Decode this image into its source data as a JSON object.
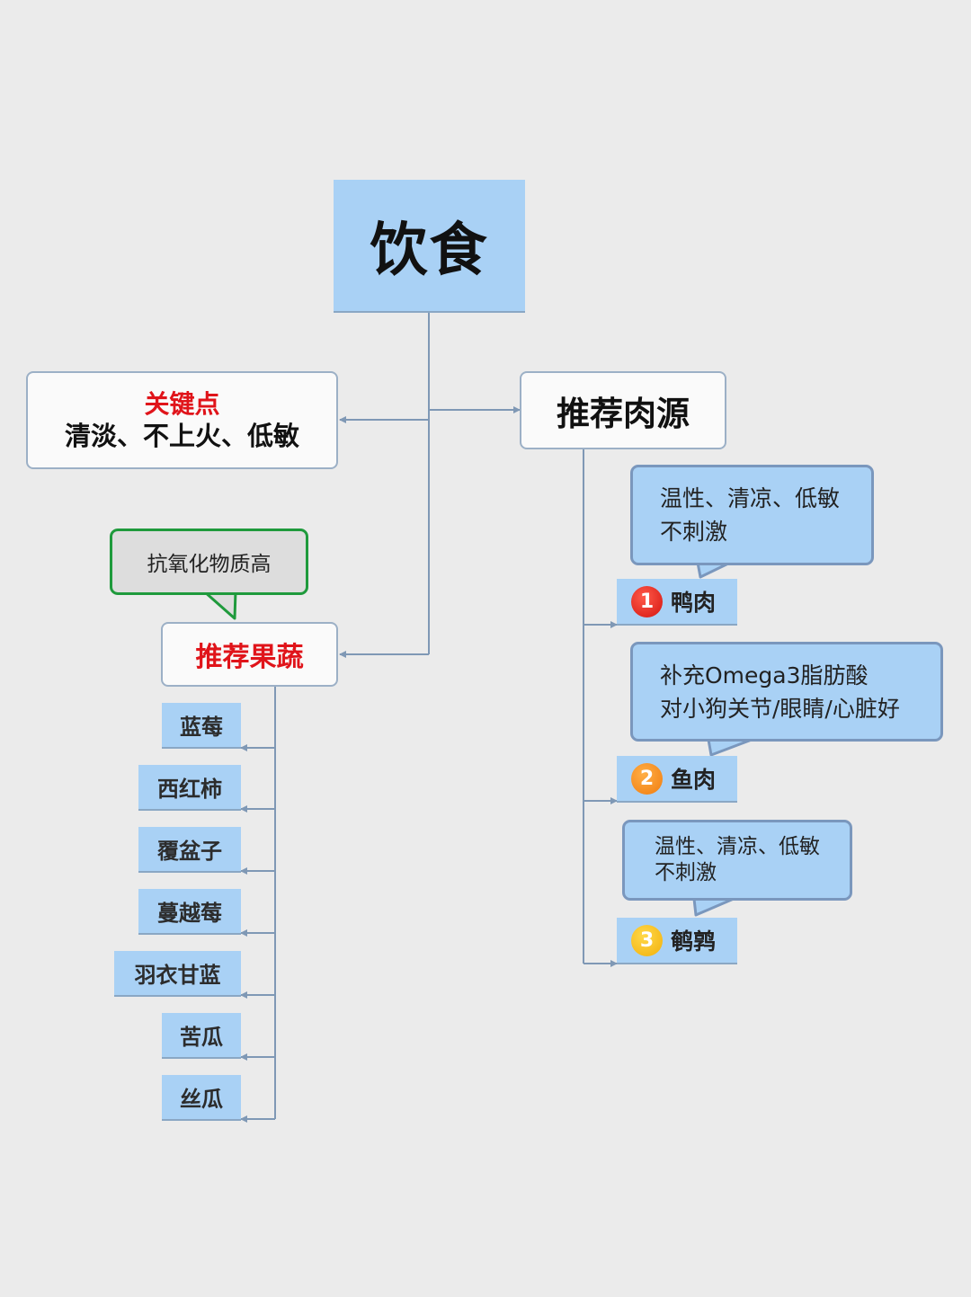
{
  "root": {
    "label": "饮食"
  },
  "key_points": {
    "title": "关键点",
    "text": "清淡、不上火、低敏"
  },
  "meat": {
    "title": "推荐肉源",
    "items": [
      {
        "number": "1",
        "label": "鸭肉",
        "note_lines": [
          "温性、清凉、低敏",
          "不刺激"
        ]
      },
      {
        "number": "2",
        "label": "鱼肉",
        "note_lines": [
          "补充Omega3脂肪酸",
          "对小狗关节/眼睛/心脏好"
        ]
      },
      {
        "number": "3",
        "label": "鹌鹑",
        "note_lines": [
          "温性、清凉、低敏",
          "不刺激"
        ]
      }
    ]
  },
  "fruits": {
    "title": "推荐果蔬",
    "note": "抗氧化物质高",
    "items": [
      "蓝莓",
      "西红柿",
      "覆盆子",
      "蔓越莓",
      "羽衣甘蓝",
      "苦瓜",
      "丝瓜"
    ]
  },
  "colors": {
    "node_fill": "#a9d1f5",
    "connector": "#7f98b5",
    "accent_red": "#e0141a",
    "callout_border_green": "#1f9a3c"
  }
}
